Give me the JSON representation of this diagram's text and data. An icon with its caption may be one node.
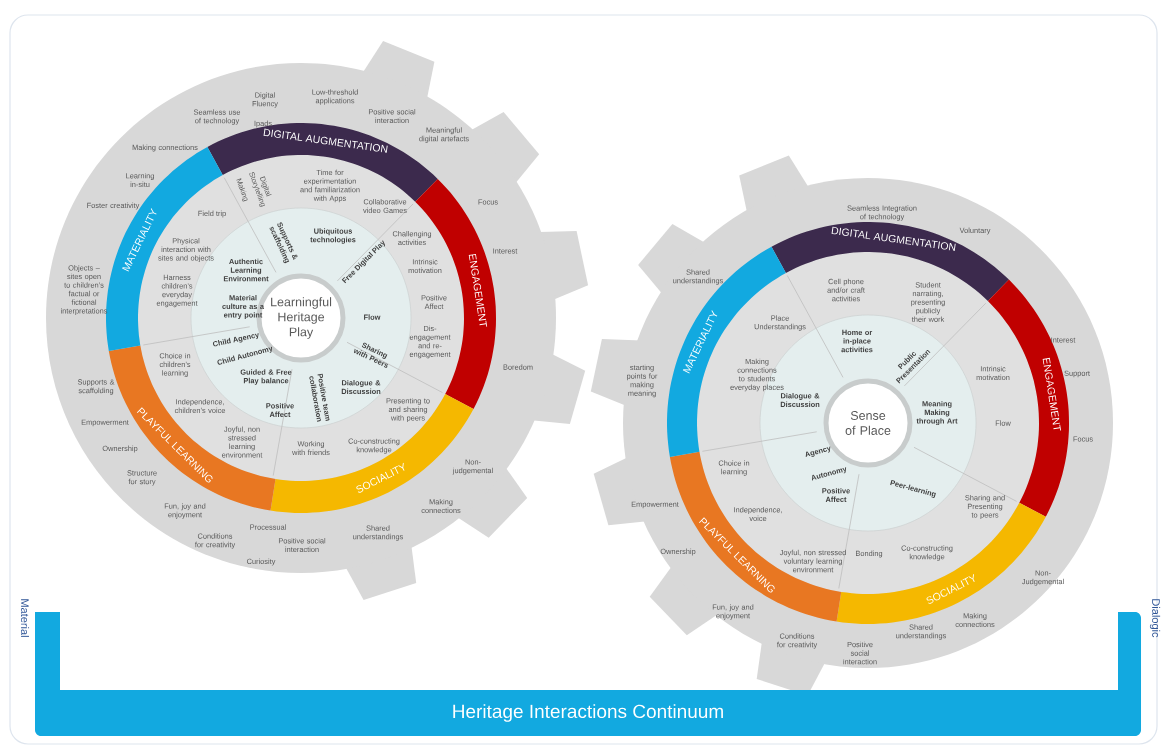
{
  "diagram": {
    "nodes": [
      {
        "text": [
          "Learningful Heritage Play"
        ]
      },
      {
        "text": [
          "DIGITAL AUGMENTATION"
        ]
      },
      {
        "text": [
          "ENGAGEMENT"
        ]
      },
      {
        "text": [
          "SOCIALITY"
        ]
      },
      {
        "text": [
          "PLAYFUL LEARNING"
        ]
      },
      {
        "text": [
          "MATERIALITY"
        ]
      },
      {
        "text": [
          "Sense of Place"
        ]
      },
      {
        "text": [
          "DIGITAL AUGMENTATION"
        ]
      },
      {
        "text": [
          "ENGAGEMENT"
        ]
      },
      {
        "text": [
          "SOCIALITY"
        ]
      },
      {
        "text": [
          "PLAYFUL LEARNING"
        ]
      },
      {
        "text": [
          "MATERIALITY"
        ]
      },
      {
        "text": [
          "Heritage Interactions Continuum"
        ]
      }
    ],
    "labels": [
      "Material",
      "Digital Fluency",
      "Low-threshold applications",
      "Seamless use of technology",
      "Ipads",
      "Positive social interaction",
      "Meaningful digital artefacts",
      "Making connections",
      "Learning in-situ",
      "Foster creativity",
      "Focus",
      "Interest",
      "Objects – sites open to children’s factual or fictional interpretations",
      "Boredom",
      "Supports & scaffolding",
      "Empowerment",
      "Ownership",
      "Structure for story",
      "Non-judgemental",
      "Fun, joy and enjoyment",
      "Making connections",
      "Processual",
      "Conditions for creativity",
      "Positive social interaction",
      "Shared understandings",
      "Curiosity",
      "Making",
      "Digital Storytelling",
      "Time for experimentation and familiarization with Apps",
      "Collaborative video Games",
      "Field trip",
      "Challenging activities",
      "Physical interaction with sites and objects",
      "Intrinsic motivation",
      "Harness children’s everyday engagement",
      "Positive Affect",
      "Dis-engagement and re-engagement",
      "Choice in children’s learning",
      "Independence, children’s voice",
      "Presenting to and sharing with peers",
      "Joyful, non stressed learning environment",
      "Working with friends",
      "Co-constructing knowledge",
      "Supports & scaffolding",
      "Ubiquitous technologies",
      "Free Digital Play",
      "Authentic Learning Environment",
      "Material culture as a entry point",
      "Flow",
      "Child Agency",
      "Child Autonomy",
      "Sharing with Peers",
      "Guided & Free Play balance",
      "Dialogue & Discussion",
      "Positive team collaboration",
      "Positive Affect",
      "Seamless Integration of technology",
      "Voluntary",
      "Shared understandings",
      "Interest",
      "starting points for making meaning",
      "Support",
      "Focus",
      "Empowerment",
      "Ownership",
      "Non-Judgemental",
      "Fun, joy and enjoyment",
      "Making connections",
      "Conditions for creativity",
      "Shared understandings",
      "Positive social interaction",
      "Cell phone and/or craft activities",
      "Student narrating, presenting publicly their work",
      "Place Understandings",
      "Making connections to students everyday places",
      "Intrinsic motivation",
      "Flow",
      "Choice in learning",
      "Independence, voice",
      "Sharing and Presenting to peers",
      "Joyful, non stressed voluntary learning environment",
      "Bonding",
      "Co-constructing knowledge",
      "Home or in-place activities",
      "Public Presentation",
      "Dialogue & Discussion",
      "Meaning Making through Art",
      "Agency",
      "Autonomy",
      "Positive Affect",
      "Peer-learning",
      "Dialogic"
    ]
  }
}
